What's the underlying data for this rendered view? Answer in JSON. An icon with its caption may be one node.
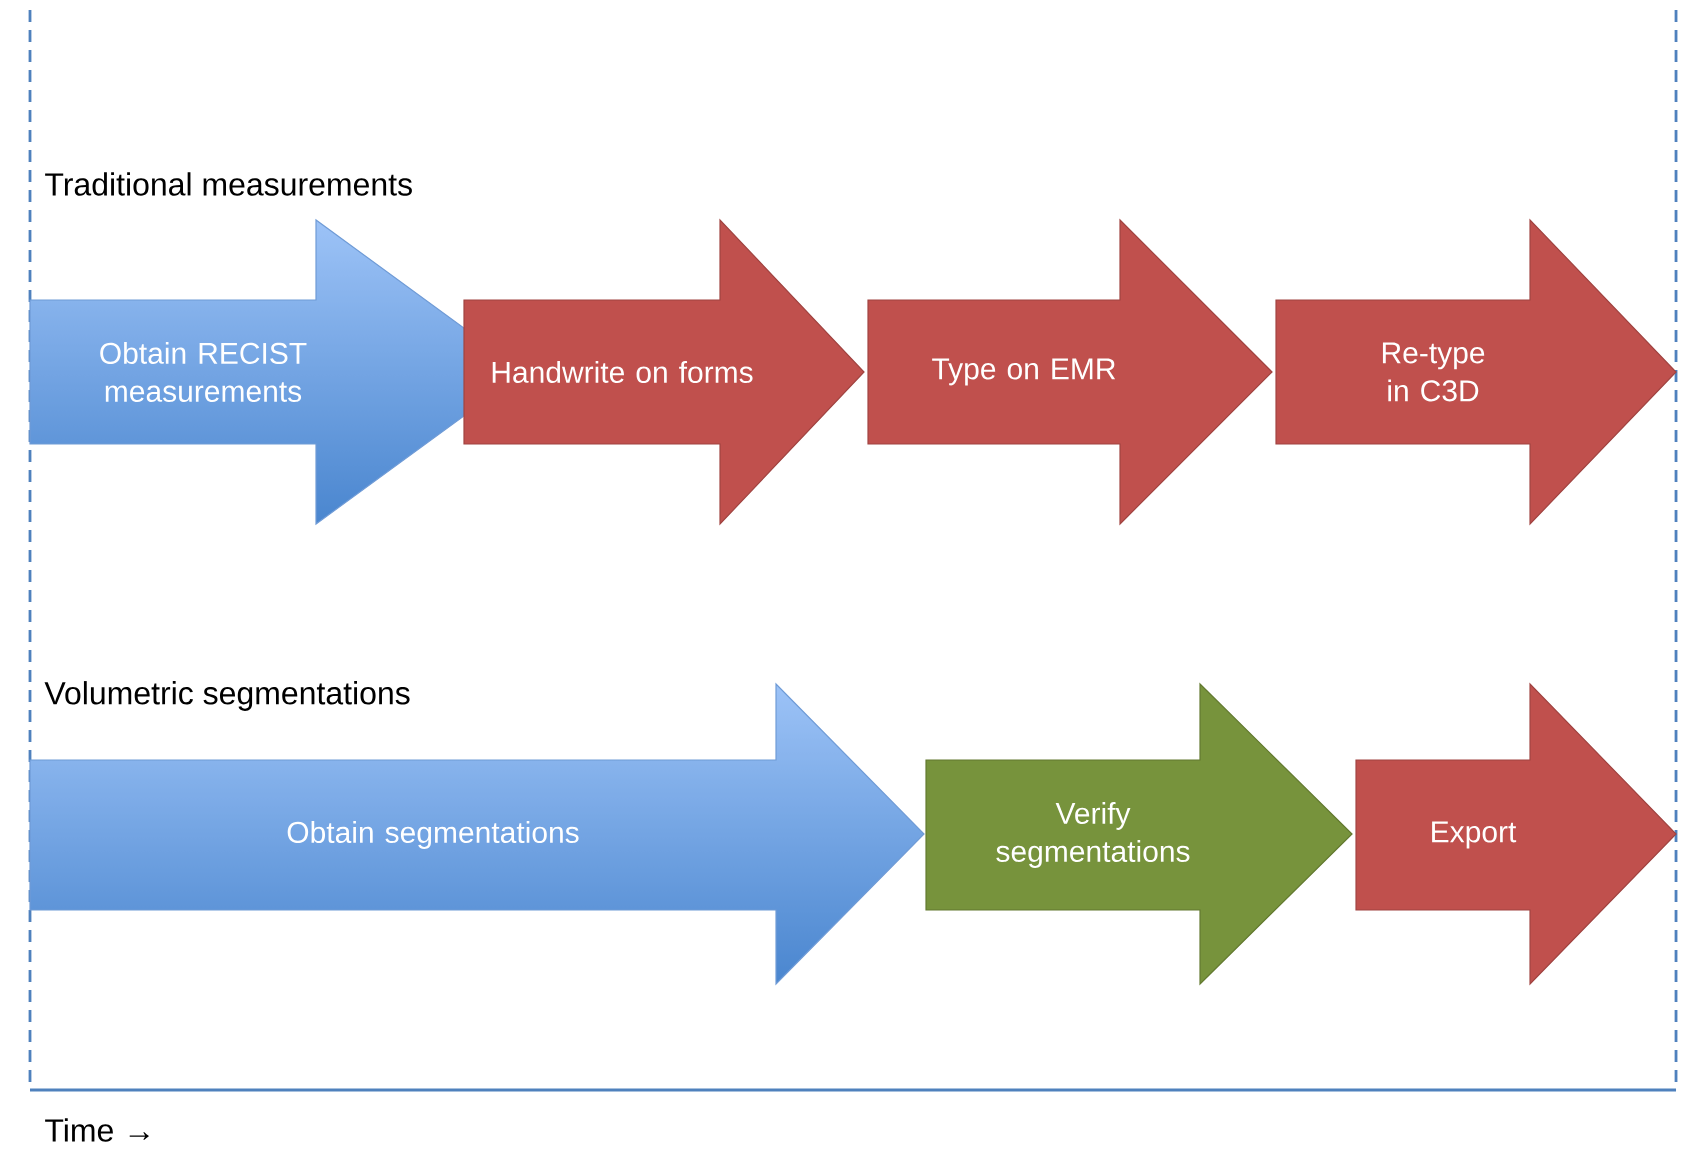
{
  "diagram": {
    "nodes": [
      {
        "text": [
          "Obtain RECIST measurements"
        ]
      },
      {
        "text": [
          "Handwrite on forms"
        ]
      },
      {
        "text": [
          "Type on EMR"
        ]
      },
      {
        "text": [
          "Re-type in C3D"
        ]
      },
      {
        "text": [
          "Obtain segmentations"
        ]
      },
      {
        "text": [
          "Verify segmentations"
        ]
      },
      {
        "text": [
          "Export"
        ]
      }
    ],
    "labels": [
      "Traditional measurements",
      "Volumetric segmentations",
      "Time →"
    ]
  }
}
